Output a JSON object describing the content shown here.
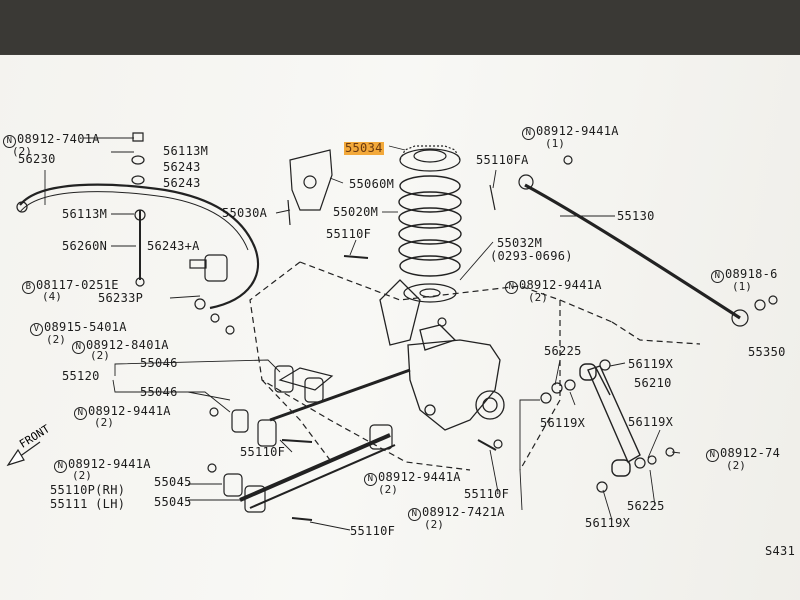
{
  "parts": {
    "p55034": "55034",
    "p55060M": "55060M",
    "p55030A": "55030A",
    "p55020M": "55020M",
    "p55110F_a": "55110F",
    "p55032M": "55032M",
    "p55032M_sub": "(0293-0696)",
    "p55110FA": "55110FA",
    "p55130": "55130",
    "p56230": "56230",
    "p56113M_a": "56113M",
    "p56243_a": "56243",
    "p56243_b": "56243",
    "p56113M_b": "56113M",
    "p56260N": "56260N",
    "p56243A": "56243+A",
    "p56233P": "56233P",
    "p55046_a": "55046",
    "p55120": "55120",
    "p55046_b": "55046",
    "p55110F_b": "55110F",
    "p55045_a": "55045",
    "p55110P": "55110P(RH)",
    "p55111": "55111  (LH)",
    "p55045_b": "55045",
    "p55110F_c": "55110F",
    "p55110F_d": "55110F",
    "p56225_a": "56225",
    "p56119X_a": "56119X",
    "p56210": "56210",
    "p56119X_b": "56119X",
    "p56119X_c": "56119X",
    "p56225_b": "56225",
    "p56119X_d": "56119X",
    "p55350": "55350",
    "code": "S431"
  },
  "refs": {
    "r1": {
      "sym": "N",
      "num": "08912-7401A",
      "qty": "(2)"
    },
    "r2": {
      "sym": "N",
      "num": "08912-9441A",
      "qty": "(1)"
    },
    "r3": {
      "sym": "B",
      "num": "08117-0251E",
      "qty": "(4)"
    },
    "r4": {
      "sym": "N",
      "num": "08912-9441A",
      "qty": "(2)"
    },
    "r5": {
      "sym": "N",
      "num": "08918-6",
      "qty": "(1)"
    },
    "r6": {
      "sym": "V",
      "num": "08915-5401A",
      "qty": "(2)"
    },
    "r7": {
      "sym": "N",
      "num": "08912-8401A",
      "qty": "(2)"
    },
    "r8": {
      "sym": "N",
      "num": "08912-9441A",
      "qty": "(2)"
    },
    "r9": {
      "sym": "N",
      "num": "08912-9441A",
      "qty": "(2)"
    },
    "r10": {
      "sym": "N",
      "num": "08912-9441A",
      "qty": "(2)"
    },
    "r11": {
      "sym": "N",
      "num": "08912-7421A",
      "qty": "(2)"
    },
    "r12": {
      "sym": "N",
      "num": "08912-74",
      "qty": "(2)"
    }
  },
  "front_label": "FRONT",
  "highlight_color": "#f3a93a"
}
